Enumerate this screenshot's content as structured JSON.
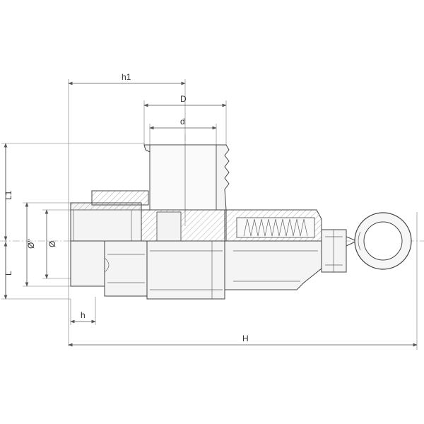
{
  "drawing": {
    "labels": {
      "h1": "h1",
      "D": "D",
      "d": "d",
      "L1": "L1",
      "L": "L",
      "phi_thread": "Ø\"",
      "phi": "Ø",
      "h": "h",
      "H": "H"
    },
    "line_color": "#444444",
    "background": "#ffffff"
  }
}
